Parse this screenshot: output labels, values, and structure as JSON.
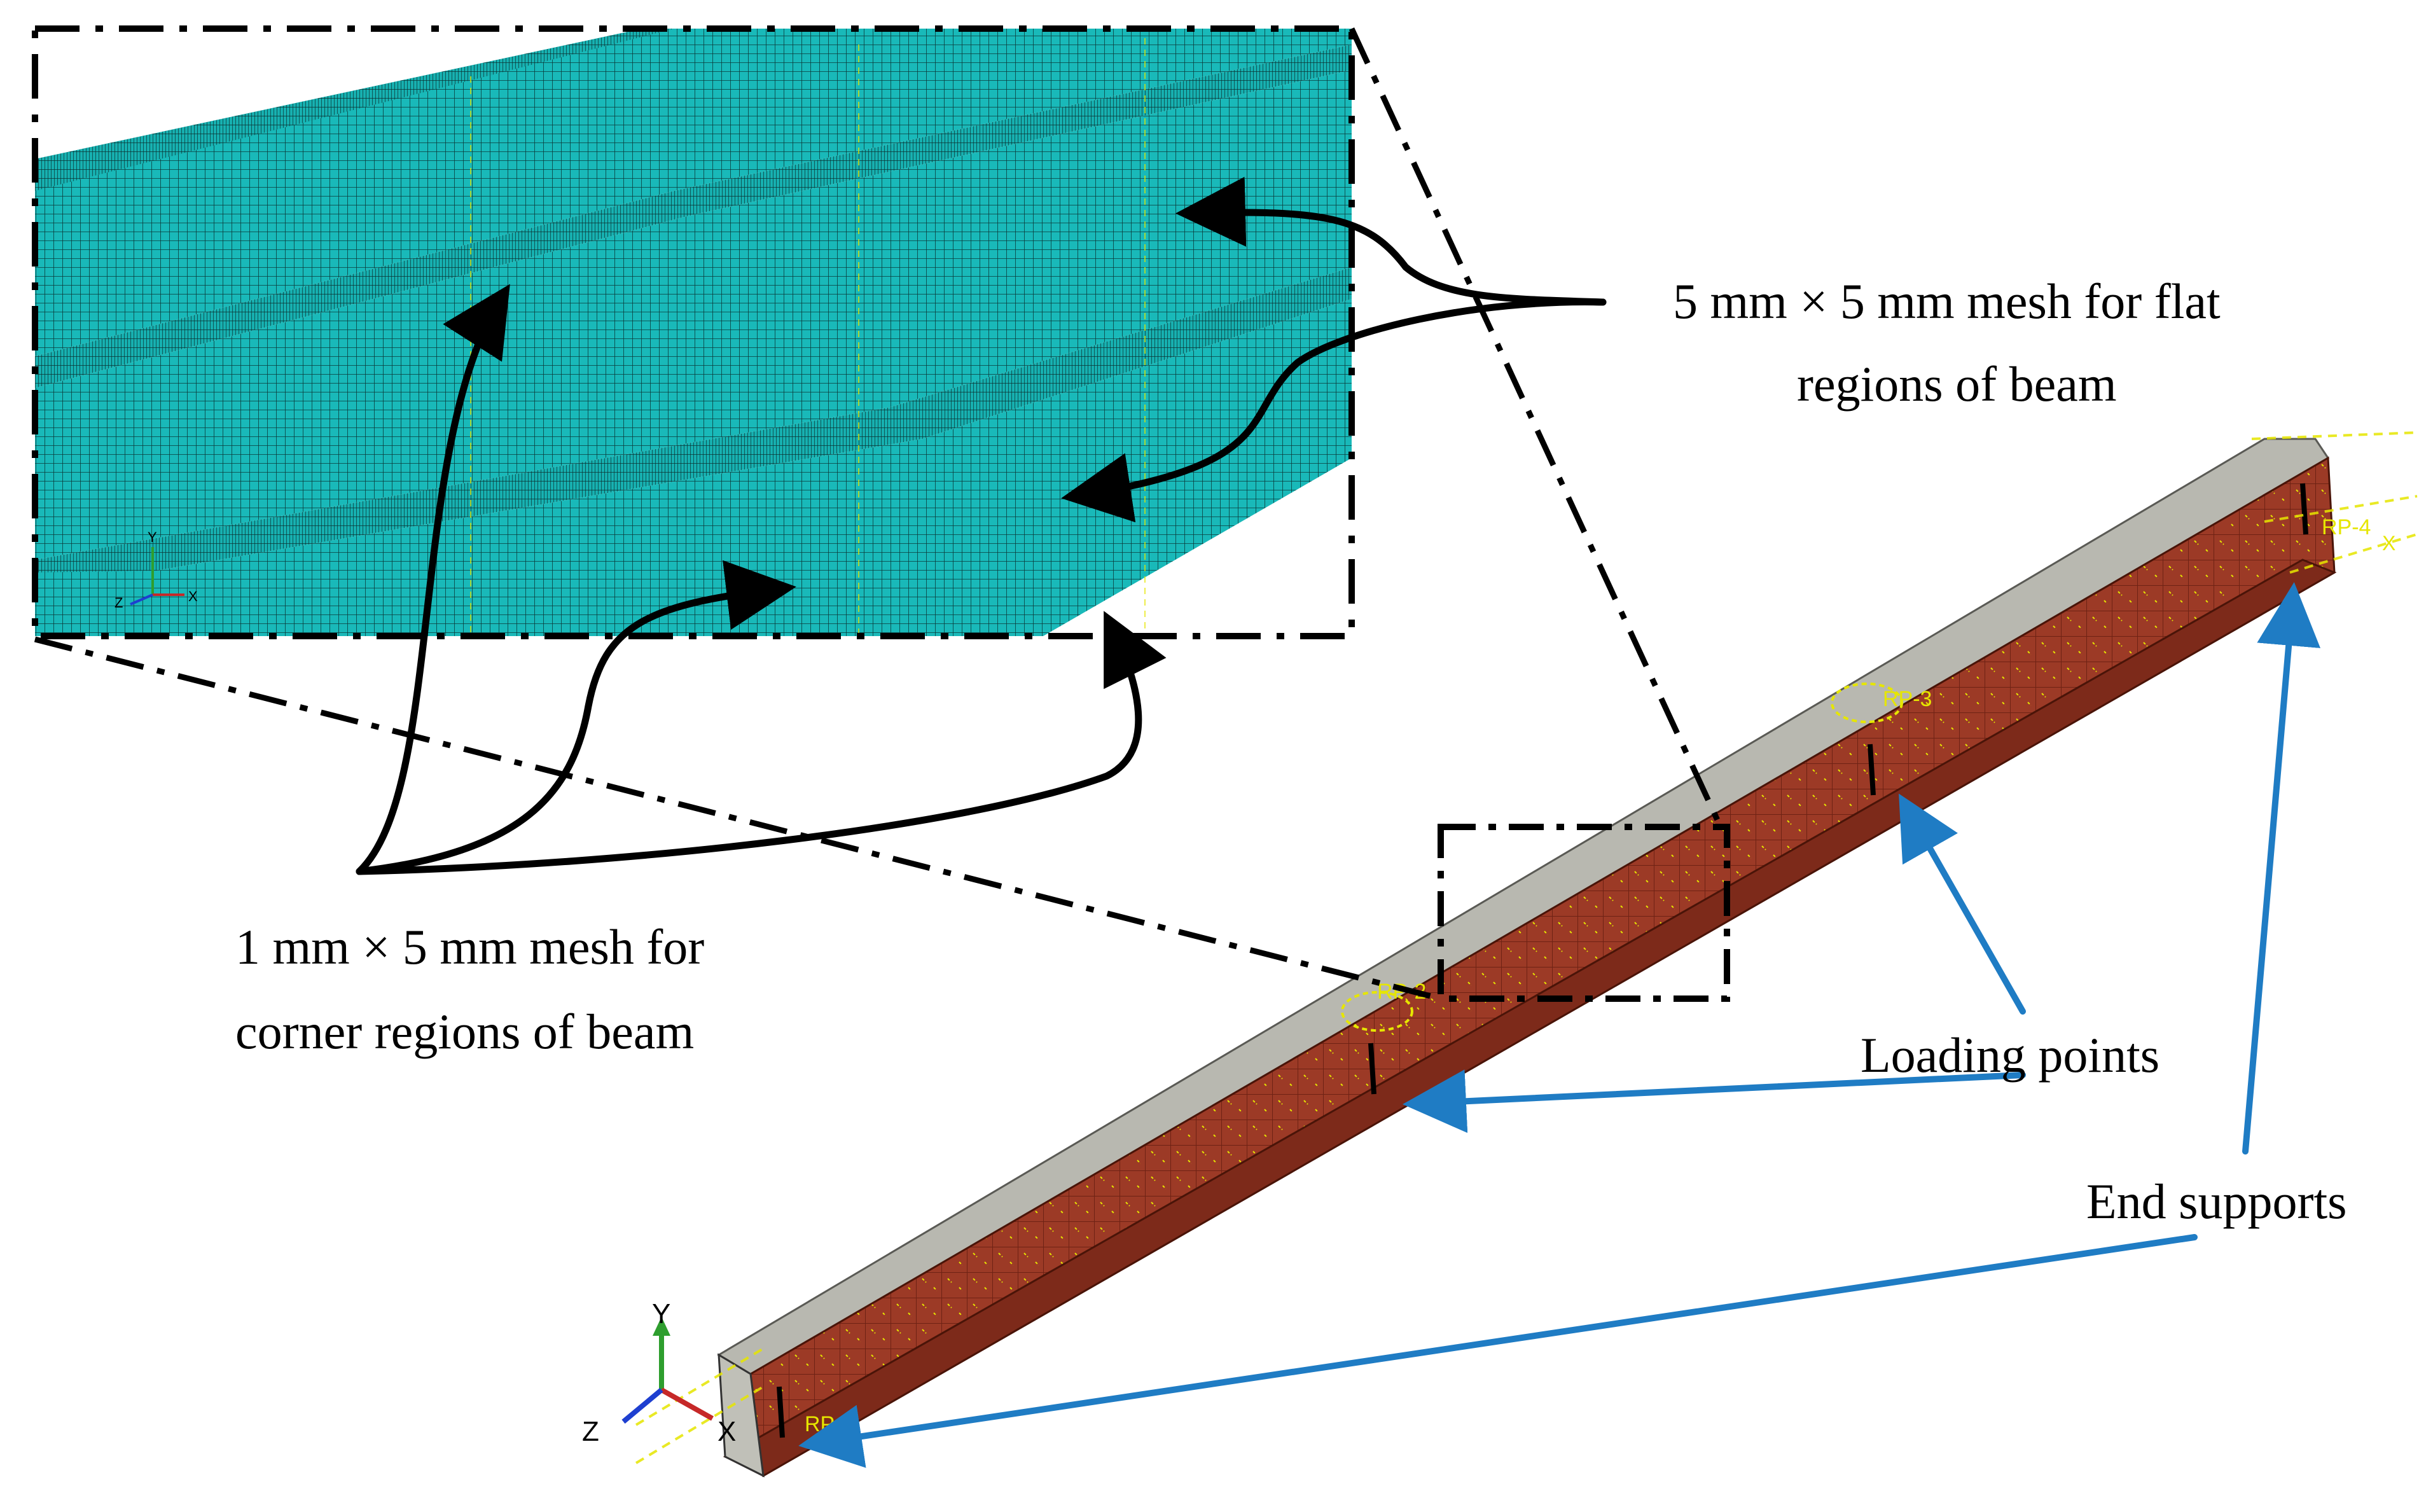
{
  "annotations": {
    "flat_mesh_line1": "5 mm × 5 mm mesh for flat",
    "flat_mesh_line2": "regions of beam",
    "corner_mesh_line1": "1 mm × 5 mm mesh for",
    "corner_mesh_line2": "corner regions of beam",
    "loading_points": "Loading points",
    "end_supports": "End supports"
  },
  "reference_points": {
    "rp1": "RP-1",
    "rp2": "RP-2",
    "rp3": "RP-3",
    "rp4": "RP-4"
  },
  "triad": {
    "y": "Y",
    "z": "Z",
    "x": "X"
  },
  "inset_triad": {
    "y": "Y",
    "z": "Z",
    "x": "X"
  },
  "end_triad": {
    "x": "X"
  },
  "colors": {
    "mesh": "#19b9b9",
    "mesh_line": "#0a3a3a",
    "beam_web": "#9c3a26",
    "beam_flange": "#b8b8b0",
    "boundary": "#e6e600",
    "arrow_blue": "#1f7cc4"
  }
}
